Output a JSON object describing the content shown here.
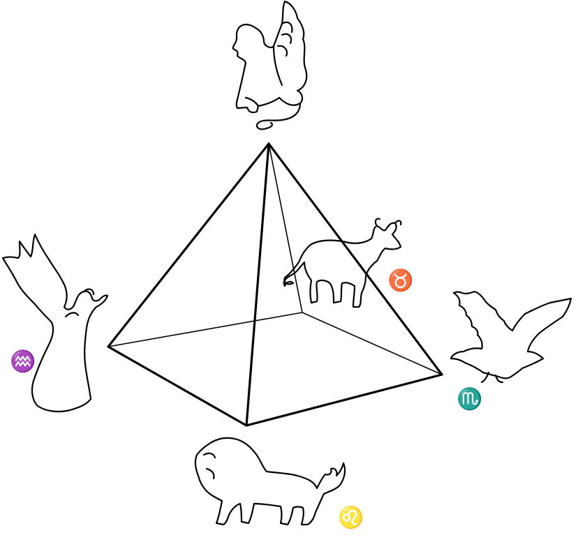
{
  "figure": {
    "background": "#ffffff",
    "ink": "#000000"
  },
  "pyramid": {
    "edges_front": 5,
    "edges_back": 3
  },
  "figures": [
    {
      "id": "sphinx",
      "icon": "winged-sphinx-icon"
    },
    {
      "id": "angel",
      "icon": "angel-icon",
      "glyph": "♒"
    },
    {
      "id": "bull",
      "icon": "bull-icon",
      "glyph": "♉"
    },
    {
      "id": "eagle",
      "icon": "eagle-icon",
      "glyph": "♏"
    },
    {
      "id": "lion",
      "icon": "lion-icon",
      "glyph": "♌"
    }
  ]
}
